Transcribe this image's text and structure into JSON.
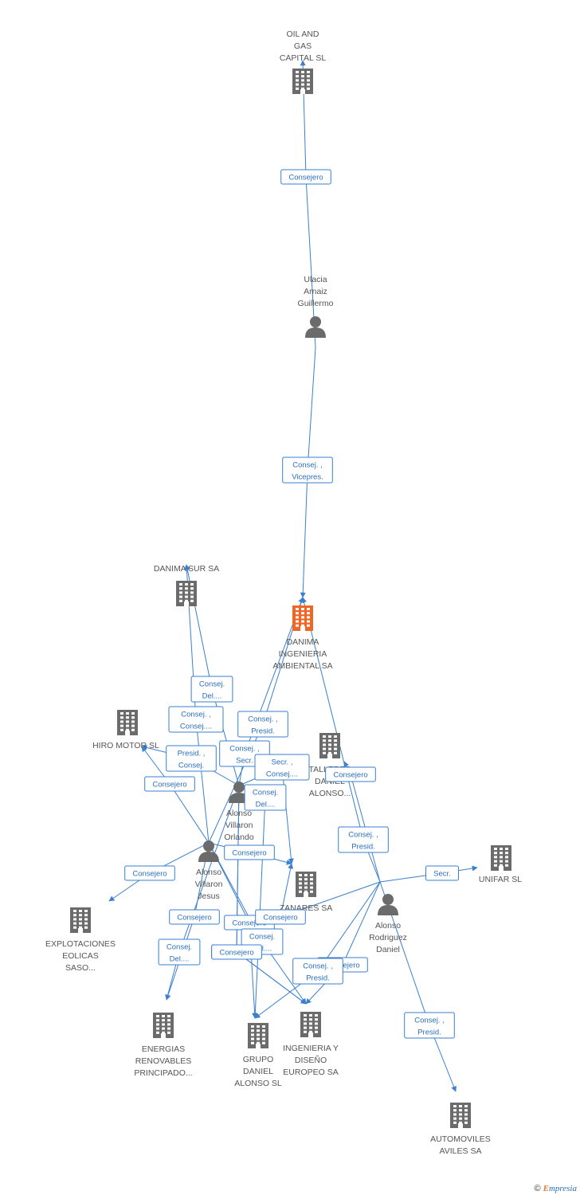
{
  "colors": {
    "edge": "#3a7fd0",
    "node": "#6b6b6b",
    "focus": "#f26522"
  },
  "nodes": [
    {
      "id": "oil",
      "type": "company",
      "lines": [
        "OIL AND",
        "GAS",
        "CAPITAL SL"
      ]
    },
    {
      "id": "ulacia",
      "type": "person",
      "lines": [
        "Ulacia",
        "Arnaiz",
        "Guillermo"
      ]
    },
    {
      "id": "danima",
      "type": "company",
      "focus": true,
      "lines": [
        "DANIMA",
        "INGENIERIA",
        "AMBIENTAL SA"
      ]
    },
    {
      "id": "danimasur",
      "type": "company",
      "lines": [
        "DANIMA SUR SA"
      ]
    },
    {
      "id": "hiro",
      "type": "company",
      "lines": [
        "HIRO MOTOR SL"
      ]
    },
    {
      "id": "talleres",
      "type": "company",
      "lines": [
        "TALLERES",
        "DANIEL",
        "ALONSO..."
      ]
    },
    {
      "id": "orlando",
      "type": "person",
      "lines": [
        "Alonso",
        "Villaron",
        "Orlando"
      ]
    },
    {
      "id": "jesus",
      "type": "person",
      "lines": [
        "Alonso",
        "Villaron",
        "Jesus"
      ]
    },
    {
      "id": "unifar",
      "type": "company",
      "lines": [
        "UNIFAR SL"
      ]
    },
    {
      "id": "zanares",
      "type": "company",
      "lines": [
        "ZANARES SA"
      ]
    },
    {
      "id": "rodriguez",
      "type": "person",
      "lines": [
        "Alonso",
        "Rodriguez",
        "Daniel"
      ]
    },
    {
      "id": "explot",
      "type": "company",
      "lines": [
        "EXPLOTACIONES",
        "EOLICAS",
        "SASO..."
      ]
    },
    {
      "id": "energias",
      "type": "company",
      "lines": [
        "ENERGIAS",
        "RENOVABLES",
        "PRINCIPADO..."
      ]
    },
    {
      "id": "grupo",
      "type": "company",
      "lines": [
        "GRUPO",
        "DANIEL",
        "ALONSO SL"
      ]
    },
    {
      "id": "ingdiseno",
      "type": "company",
      "lines": [
        "INGENIERIA Y",
        "DISEÑO",
        "EUROPEO SA"
      ]
    },
    {
      "id": "automoviles",
      "type": "company",
      "lines": [
        "AUTOMOVILES",
        "AVILES SA"
      ]
    }
  ],
  "edges": [
    {
      "from": "ulacia",
      "to": "oil",
      "lines": [
        "Consejero"
      ]
    },
    {
      "from": "ulacia",
      "to": "danima",
      "lines": [
        "Consej. ,",
        "Vicepres."
      ]
    },
    {
      "from": "jesus",
      "to": "danimasur",
      "lines": [
        "Consej. ,",
        "Consej...."
      ]
    },
    {
      "from": "orlando",
      "to": "danimasur",
      "lines": [
        "Consej.",
        "Del...."
      ]
    },
    {
      "from": "orlando",
      "to": "hiro",
      "lines": [
        "Presid. ,",
        "Consej."
      ]
    },
    {
      "from": "jesus",
      "to": "hiro",
      "lines": [
        "Consejero"
      ]
    },
    {
      "from": "jesus",
      "to": "danima",
      "lines": [
        "Consej. ,",
        "Presid."
      ]
    },
    {
      "from": "orlando",
      "to": "danima",
      "lines": [
        "Consej. ,",
        "Secr."
      ]
    },
    {
      "from": "rodriguez",
      "to": "danima",
      "lines": [
        "Consej. ,",
        "Presid."
      ]
    },
    {
      "from": "orlando",
      "to": "zanares",
      "lines": [
        "Secr. ,",
        "Consej...."
      ]
    },
    {
      "from": "orlando",
      "to": "grupo",
      "lines": [
        "Consej.",
        "Del...."
      ]
    },
    {
      "from": "orlando",
      "to": "ingdiseno",
      "lines": [
        "Consejero"
      ]
    },
    {
      "from": "rodriguez",
      "to": "talleres",
      "lines": [
        "Consejero"
      ]
    },
    {
      "from": "rodriguez",
      "to": "unifar",
      "lines": [
        "Secr."
      ]
    },
    {
      "from": "jesus",
      "to": "explot",
      "lines": [
        "Consejero"
      ]
    },
    {
      "from": "jesus",
      "to": "zanares",
      "lines": [
        "Consejero"
      ]
    },
    {
      "from": "jesus",
      "to": "energias",
      "lines": [
        "Consejero"
      ]
    },
    {
      "from": "orlando",
      "to": "energias",
      "lines": [
        "Consej.",
        "Del...."
      ]
    },
    {
      "from": "jesus",
      "to": "grupo",
      "lines": [
        "Consejero"
      ]
    },
    {
      "from": "rodriguez",
      "to": "zanares",
      "lines": [
        "Consejero"
      ]
    },
    {
      "from": "jesus",
      "to": "ingdiseno",
      "lines": [
        "Consej.",
        "Del...."
      ]
    },
    {
      "from": "orlando",
      "to": "ingdiseno",
      "lines": [
        "Consejero"
      ]
    },
    {
      "from": "rodriguez",
      "to": "ingdiseno",
      "lines": [
        "Consejero"
      ]
    },
    {
      "from": "rodriguez",
      "to": "grupo",
      "lines": [
        "Consej. ,",
        "Presid."
      ]
    },
    {
      "from": "rodriguez",
      "to": "automoviles",
      "lines": [
        "Consej. ,",
        "Presid."
      ]
    }
  ],
  "footer": {
    "copyright": "©",
    "brand_initial": "E",
    "brand_rest": "mpresia"
  }
}
